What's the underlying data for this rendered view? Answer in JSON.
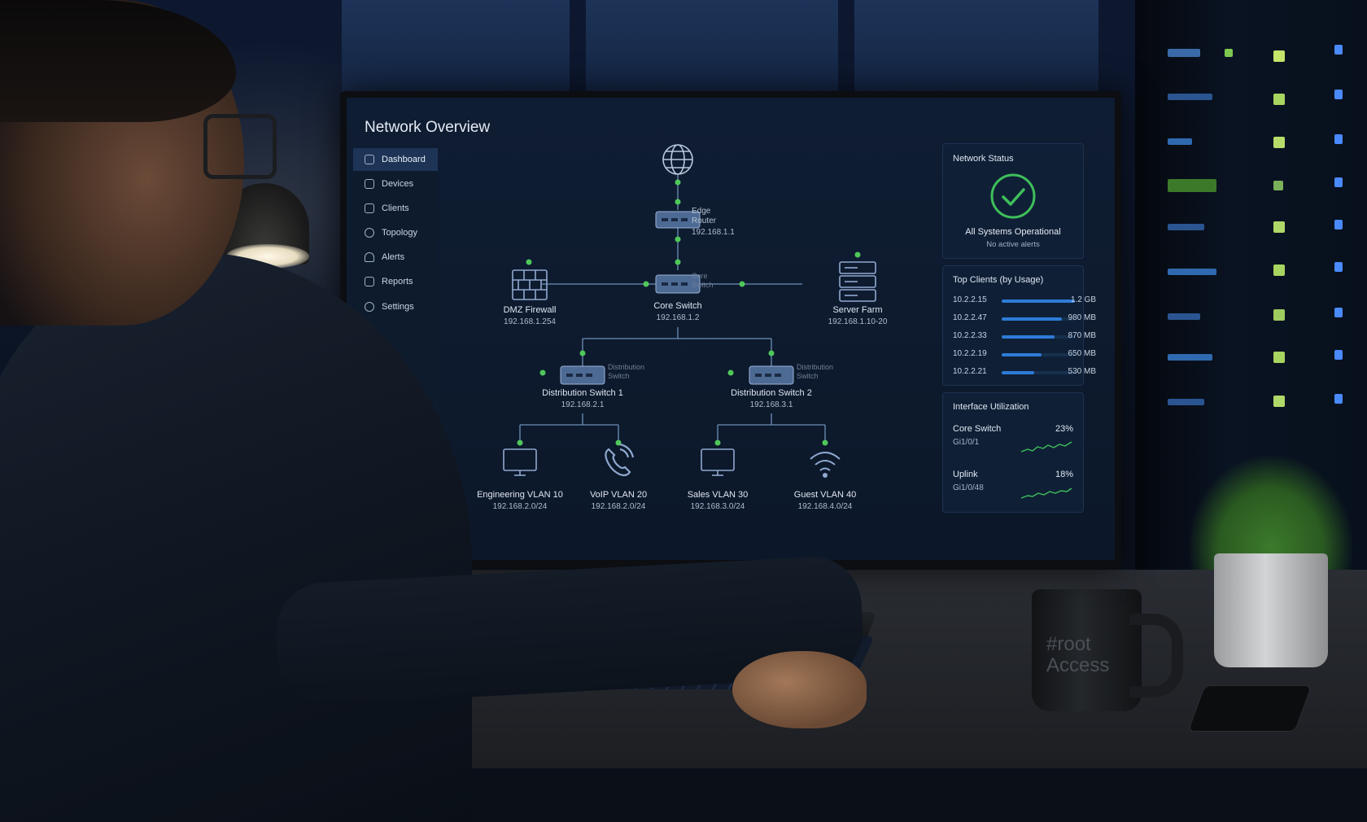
{
  "app": {
    "title": "Network Overview"
  },
  "sidebar": {
    "items": [
      {
        "label": "Dashboard",
        "icon": "dashboard-icon",
        "active": true
      },
      {
        "label": "Devices",
        "icon": "devices-icon",
        "active": false
      },
      {
        "label": "Clients",
        "icon": "clients-icon",
        "active": false
      },
      {
        "label": "Topology",
        "icon": "topology-icon",
        "active": false
      },
      {
        "label": "Alerts",
        "icon": "bell-icon",
        "active": false
      },
      {
        "label": "Reports",
        "icon": "reports-icon",
        "active": false
      },
      {
        "label": "Settings",
        "icon": "gear-icon",
        "active": false
      }
    ]
  },
  "topology": {
    "internet": {
      "icon": "globe-icon"
    },
    "edge_router": {
      "name_line1": "Edge",
      "name_line2": "Router",
      "ip": "192.168.1.1"
    },
    "core_switch": {
      "name": "Core Switch",
      "ip": "192.168.1.2",
      "faint_line1": "Core",
      "faint_line2": "Switch"
    },
    "dmz_firewall": {
      "name": "DMZ Firewall",
      "ip": "192.168.1.254"
    },
    "server_farm": {
      "name": "Server Farm",
      "ip": "192.168.1.10-20"
    },
    "dist_switch_1": {
      "name": "Distribution Switch 1",
      "ip": "192.168.2.1",
      "faint_line1": "Distribution",
      "faint_line2": "Switch"
    },
    "dist_switch_2": {
      "name": "Distribution Switch 2",
      "ip": "192.168.3.1",
      "faint_line1": "Distribution",
      "faint_line2": "Switch"
    },
    "vlans": [
      {
        "name": "Engineering VLAN 10",
        "subnet": "192.168.2.0/24",
        "icon": "monitor-icon"
      },
      {
        "name": "VoIP VLAN 20",
        "subnet": "192.168.2.0/24",
        "icon": "phone-icon"
      },
      {
        "name": "Sales VLAN 30",
        "subnet": "192.168.3.0/24",
        "icon": "monitor-icon"
      },
      {
        "name": "Guest VLAN 40",
        "subnet": "192.168.4.0/24",
        "icon": "wifi-icon"
      }
    ],
    "colors": {
      "link": "#6d8fb8",
      "node": "#4fc85a",
      "device": "#8fa8cf"
    }
  },
  "network_status": {
    "title": "Network Status",
    "main": "All Systems Operational",
    "sub": "No active alerts",
    "color": "#3fbf5a"
  },
  "top_clients": {
    "title": "Top Clients (by Usage)",
    "rows": [
      {
        "ip": "10.2.2.15",
        "usage": "1.2 GB",
        "fraction": 1.0
      },
      {
        "ip": "10.2.2.47",
        "usage": "980 MB",
        "fraction": 0.82
      },
      {
        "ip": "10.2.2.33",
        "usage": "870 MB",
        "fraction": 0.72
      },
      {
        "ip": "10.2.2.19",
        "usage": "650 MB",
        "fraction": 0.54
      },
      {
        "ip": "10.2.2.21",
        "usage": "530 MB",
        "fraction": 0.44
      }
    ],
    "bar_color": "#2e7bd8"
  },
  "interface_utilization": {
    "title": "Interface Utilization",
    "items": [
      {
        "name": "Core Switch",
        "port": "Gi1/0/1",
        "percent": "23%"
      },
      {
        "name": "Uplink",
        "port": "Gi1/0/48",
        "percent": "18%"
      }
    ],
    "spark_color": "#3fbf5a"
  },
  "mug": {
    "line1": "#root",
    "line2": "Access"
  }
}
